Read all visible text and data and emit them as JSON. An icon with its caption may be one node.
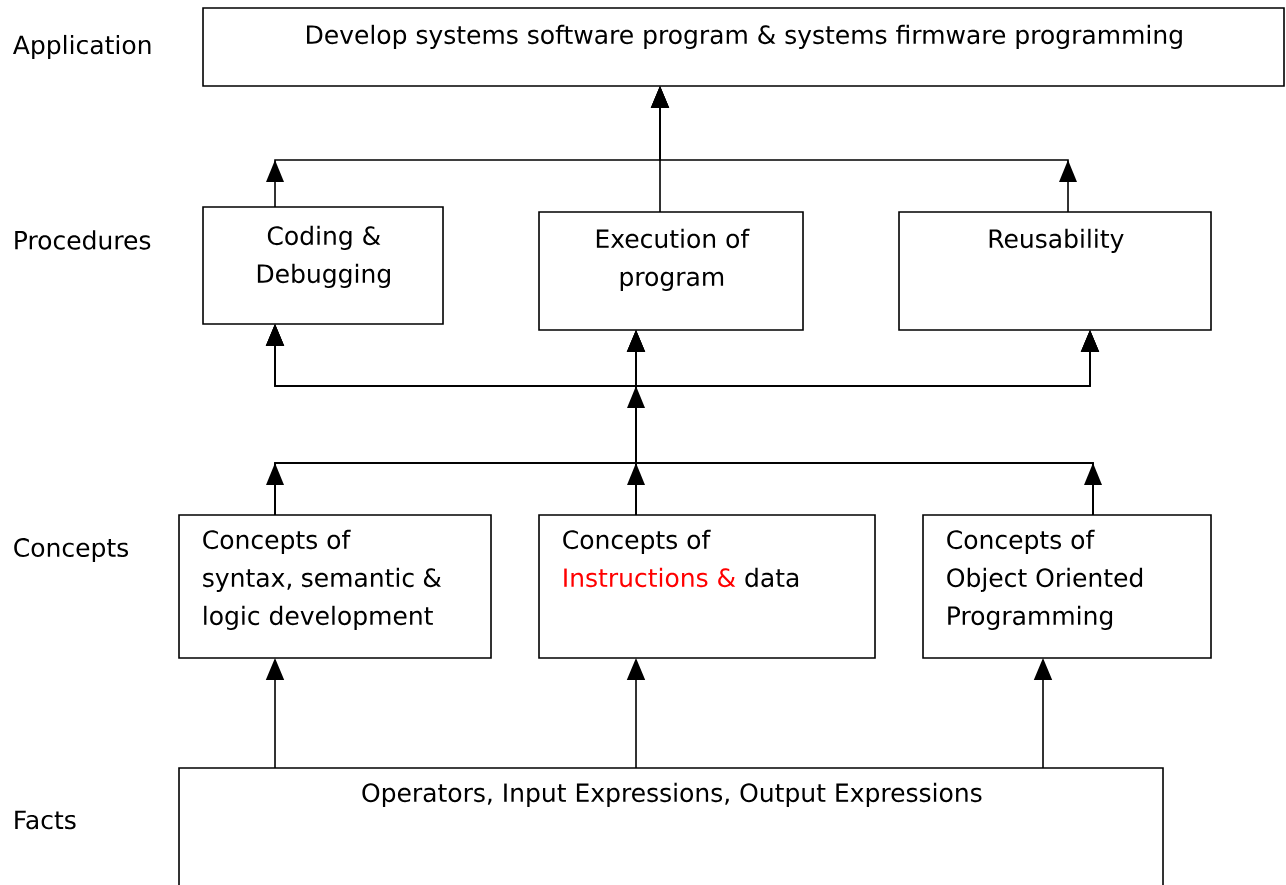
{
  "diagram": {
    "nodes": [
      {
        "text": [
          "Develop systems software program & systems firmware programming"
        ]
      },
      {
        "text": [
          "Coding & Debugging"
        ]
      },
      {
        "text": [
          "Execution of program"
        ]
      },
      {
        "text": [
          "Reusability"
        ]
      },
      {
        "text": [
          "Concepts of syntax, semantic & logic development"
        ]
      },
      {
        "text": [
          "Concepts of",
          "Instructions &",
          "data"
        ]
      },
      {
        "text": [
          "Concepts of Object Oriented Programming"
        ]
      },
      {
        "text": [
          "Operators, Input Expressions, Output Expressions"
        ]
      }
    ],
    "edges": [
      {
        "from": 7,
        "to": 4,
        "arrow": "to"
      },
      {
        "from": 7,
        "to": 5,
        "arrow": "to"
      },
      {
        "from": 7,
        "to": 6,
        "arrow": "to"
      },
      {
        "from": 4,
        "to": 1,
        "arrow": "to"
      },
      {
        "from": 4,
        "to": 2,
        "arrow": "to"
      },
      {
        "from": 4,
        "to": 3,
        "arrow": "to"
      },
      {
        "from": 5,
        "to": 1,
        "arrow": "to"
      },
      {
        "from": 5,
        "to": 2,
        "arrow": "to"
      },
      {
        "from": 5,
        "to": 3,
        "arrow": "to"
      },
      {
        "from": 6,
        "to": 1,
        "arrow": "to"
      },
      {
        "from": 6,
        "to": 2,
        "arrow": "to"
      },
      {
        "from": 6,
        "to": 3,
        "arrow": "to"
      },
      {
        "from": 1,
        "to": 0,
        "arrow": "to"
      },
      {
        "from": 2,
        "to": 0,
        "arrow": "to"
      },
      {
        "from": 3,
        "to": 0,
        "arrow": "to"
      }
    ],
    "labels": [
      "Application",
      "Procedures",
      "Concepts",
      "Facts"
    ]
  }
}
